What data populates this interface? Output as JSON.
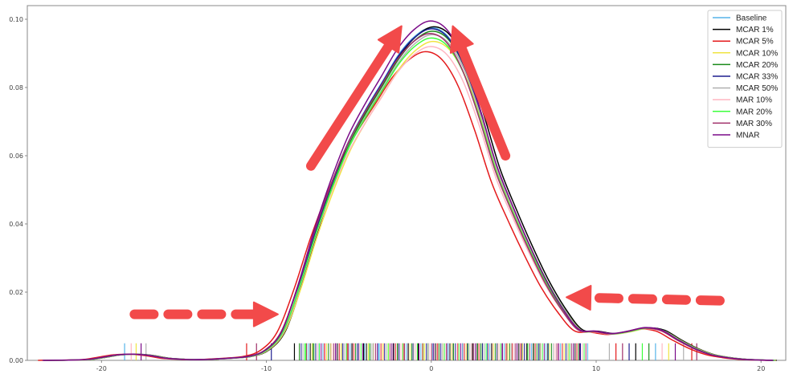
{
  "chart_data": {
    "type": "line",
    "title": "",
    "xlabel": "",
    "ylabel": "",
    "xlim": [
      -24.5,
      21.5
    ],
    "ylim": [
      0,
      0.104
    ],
    "x_ticks": [
      -20,
      -10,
      0,
      10,
      20
    ],
    "x_tick_labels": [
      "-20",
      "-10",
      "0",
      "10",
      "20"
    ],
    "y_ticks": [
      0.0,
      0.02,
      0.04,
      0.06,
      0.08,
      0.1
    ],
    "y_tick_labels": [
      "0.00",
      "0.02",
      "0.04",
      "0.06",
      "0.08",
      "0.10"
    ],
    "grid": false,
    "legend_position": "top-right",
    "x": [
      -23.5,
      -21,
      -20,
      -19,
      -18,
      -17,
      -16,
      -15,
      -14,
      -13,
      -12,
      -11,
      -10,
      -9,
      -8,
      -7,
      -6,
      -5,
      -4,
      -3,
      -2,
      -1,
      0,
      1,
      2,
      3,
      4,
      5,
      6,
      7,
      8,
      9,
      10,
      11,
      12,
      13,
      14,
      15,
      16,
      17,
      18,
      19,
      20,
      20.8
    ],
    "base_curve": [
      0.0,
      0.0002,
      0.0008,
      0.0016,
      0.0018,
      0.0014,
      0.0006,
      0.0003,
      0.0002,
      0.0004,
      0.0007,
      0.0012,
      0.003,
      0.0085,
      0.022,
      0.038,
      0.052,
      0.064,
      0.073,
      0.081,
      0.089,
      0.0945,
      0.097,
      0.0945,
      0.086,
      0.072,
      0.056,
      0.044,
      0.033,
      0.023,
      0.015,
      0.009,
      0.0085,
      0.0078,
      0.0085,
      0.0095,
      0.0088,
      0.006,
      0.0035,
      0.0017,
      0.0008,
      0.0003,
      0.0001,
      0.0
    ],
    "series": [
      {
        "name": "Baseline",
        "color": "#56b4e9",
        "shift": 0.0,
        "peak": 0.0975
      },
      {
        "name": "MCAR 1%",
        "color": "#000000",
        "shift": 0.15,
        "peak": 0.0978
      },
      {
        "name": "MCAR 5%",
        "color": "#e41a1c",
        "shift": -0.35,
        "peak": 0.0905
      },
      {
        "name": "MCAR 10%",
        "color": "#f0e442",
        "shift": 0.1,
        "peak": 0.0935
      },
      {
        "name": "MCAR 20%",
        "color": "#1a8a1a",
        "shift": 0.05,
        "peak": 0.0965
      },
      {
        "name": "MCAR 33%",
        "color": "#1f1f8f",
        "shift": 0.0,
        "peak": 0.0972
      },
      {
        "name": "MCAR 50%",
        "color": "#b0b0b0",
        "shift": 0.05,
        "peak": 0.0955
      },
      {
        "name": "MAR 10%",
        "color": "#ffb6c1",
        "shift": -0.05,
        "peak": 0.092
      },
      {
        "name": "MAR 20%",
        "color": "#3cff3c",
        "shift": 0.0,
        "peak": 0.0945
      },
      {
        "name": "MAR 30%",
        "color": "#a0306a",
        "shift": -0.1,
        "peak": 0.0958
      },
      {
        "name": "MNAR",
        "color": "#7a0a88",
        "shift": -0.05,
        "peak": 0.0995
      }
    ],
    "rug_points": [
      -18.6,
      -18.2,
      -17.9,
      -17.6,
      -17.3,
      -11.2,
      -10.6,
      -9.7,
      -8.3,
      -7.6,
      -7.2,
      -6.8,
      -6.5,
      -6.1,
      -5.8,
      -5.4,
      -5.1,
      -4.8,
      -4.4,
      -4.1,
      -3.8,
      -3.5,
      -3.2,
      -2.9,
      -2.6,
      -2.3,
      -2.0,
      -1.7,
      -1.4,
      -1.1,
      -0.8,
      -0.5,
      -0.2,
      0.1,
      0.4,
      0.7,
      1.0,
      1.3,
      1.6,
      1.9,
      2.2,
      2.5,
      2.8,
      3.1,
      3.4,
      3.7,
      4.0,
      4.3,
      4.6,
      4.9,
      5.2,
      5.5,
      5.8,
      6.2,
      6.6,
      7.1,
      7.7,
      8.3,
      9.0,
      10.8,
      11.2,
      11.6,
      12.0,
      12.4,
      12.8,
      13.2,
      13.6,
      14.0,
      14.4,
      14.8,
      15.3,
      15.8,
      16.1
    ],
    "annotations": [
      {
        "kind": "arrow",
        "style": "solid",
        "from": [
          -7.3,
          0.057
        ],
        "to": [
          -1.8,
          0.098
        ],
        "color": "#f24a4a"
      },
      {
        "kind": "arrow",
        "style": "solid",
        "from": [
          4.5,
          0.06
        ],
        "to": [
          1.3,
          0.098
        ],
        "color": "#f24a4a"
      },
      {
        "kind": "arrow",
        "style": "dashed",
        "from": [
          -18.0,
          0.0135
        ],
        "to": [
          -9.3,
          0.0135
        ],
        "color": "#f24a4a"
      },
      {
        "kind": "arrow",
        "style": "dashed",
        "from": [
          17.5,
          0.0175
        ],
        "to": [
          8.2,
          0.0185
        ],
        "color": "#f24a4a"
      }
    ]
  }
}
